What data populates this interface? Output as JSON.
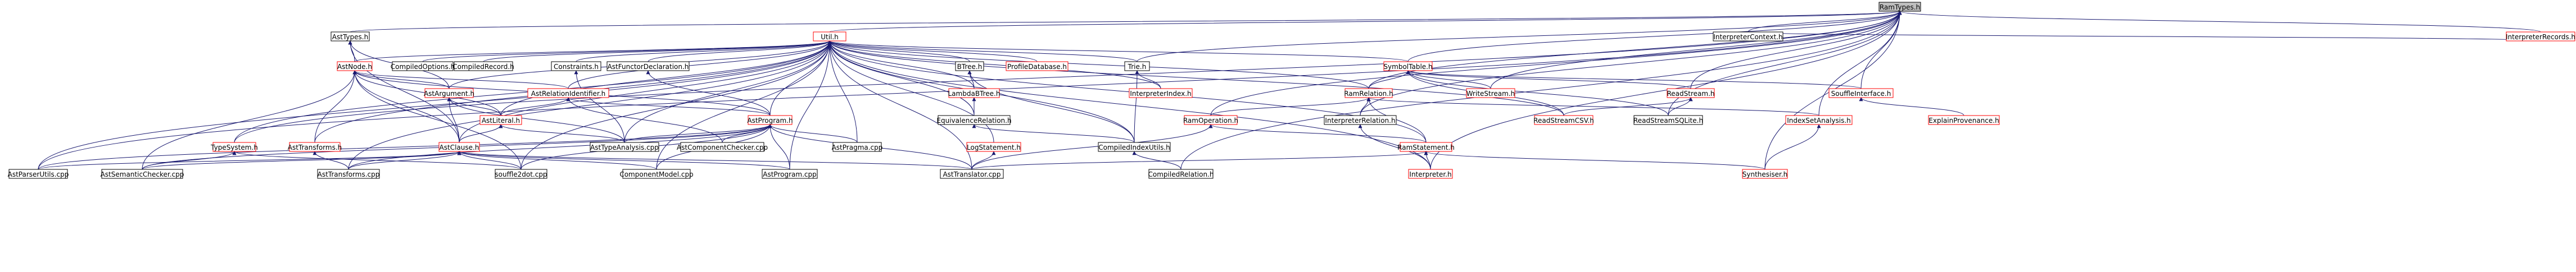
{
  "graph": {
    "edge_color": "#191970",
    "node_border_color": "#000000",
    "incomplete_node_border_color": "#ff0000",
    "root_fill": "#bfbfbf",
    "nodes": [
      {
        "id": "ramtypes",
        "label": "RamTypes.h",
        "style": "root"
      },
      {
        "id": "util",
        "label": "Util.h",
        "style": "red"
      },
      {
        "id": "asttypes",
        "label": "AstTypes.h",
        "style": "normal"
      },
      {
        "id": "interpctx",
        "label": "InterpreterContext.h",
        "style": "normal"
      },
      {
        "id": "interprecords",
        "label": "InterpreterRecords.h",
        "style": "red"
      },
      {
        "id": "astnode",
        "label": "AstNode.h",
        "style": "red"
      },
      {
        "id": "compiledoptions",
        "label": "CompiledOptions.h",
        "style": "normal"
      },
      {
        "id": "compiledrecord",
        "label": "CompiledRecord.h",
        "style": "normal"
      },
      {
        "id": "constraints",
        "label": "Constraints.h",
        "style": "normal"
      },
      {
        "id": "astfunctor",
        "label": "AstFunctorDeclaration.h",
        "style": "normal"
      },
      {
        "id": "bitree",
        "label": "BTree.h",
        "style": "normal"
      },
      {
        "id": "profiledb",
        "label": "ProfileDatabase.h",
        "style": "red"
      },
      {
        "id": "trie",
        "label": "Trie.h",
        "style": "normal"
      },
      {
        "id": "symboltable",
        "label": "SymbolTable.h",
        "style": "red"
      },
      {
        "id": "astargument",
        "label": "AstArgument.h",
        "style": "red"
      },
      {
        "id": "astrelid",
        "label": "AstRelationIdentifier.h",
        "style": "red"
      },
      {
        "id": "lambdabtree",
        "label": "LambdaBTree.h",
        "style": "red"
      },
      {
        "id": "interpindex",
        "label": "InterpreterIndex.h",
        "style": "red"
      },
      {
        "id": "ramrelation",
        "label": "RamRelation.h",
        "style": "red"
      },
      {
        "id": "writestream",
        "label": "WriteStream.h",
        "style": "red"
      },
      {
        "id": "readstream",
        "label": "ReadStream.h",
        "style": "red"
      },
      {
        "id": "souffleif",
        "label": "SouffleInterface.h",
        "style": "red"
      },
      {
        "id": "astliteral",
        "label": "AstLiteral.h",
        "style": "red"
      },
      {
        "id": "astprogram",
        "label": "AstProgram.h",
        "style": "red"
      },
      {
        "id": "equivrel",
        "label": "EquivalenceRelation.h",
        "style": "normal"
      },
      {
        "id": "ramoperation",
        "label": "RamOperation.h",
        "style": "red"
      },
      {
        "id": "interprelation",
        "label": "InterpreterRelation.h",
        "style": "normal"
      },
      {
        "id": "readstreamcsv",
        "label": "ReadStreamCSV.h",
        "style": "red"
      },
      {
        "id": "readstreamsqlite",
        "label": "ReadStreamSQLite.h",
        "style": "normal"
      },
      {
        "id": "indexset",
        "label": "IndexSetAnalysis.h",
        "style": "red"
      },
      {
        "id": "explainprov",
        "label": "ExplainProvenance.h",
        "style": "red"
      },
      {
        "id": "typesystem",
        "label": "TypeSystem.h",
        "style": "red"
      },
      {
        "id": "asttransforms",
        "label": "AstTransforms.h",
        "style": "red"
      },
      {
        "id": "astclause",
        "label": "AstClause.h",
        "style": "red"
      },
      {
        "id": "asttypeanalysis",
        "label": "AstTypeAnalysis.cpp",
        "style": "normal"
      },
      {
        "id": "astcompchecker",
        "label": "AstComponentChecker.cpp",
        "style": "normal"
      },
      {
        "id": "astpragma",
        "label": "AstPragma.cpp",
        "style": "normal"
      },
      {
        "id": "logstatement",
        "label": "LogStatement.h",
        "style": "red"
      },
      {
        "id": "compiledindexutils",
        "label": "CompiledIndexUtils.h",
        "style": "normal"
      },
      {
        "id": "ramstatement",
        "label": "RamStatement.h",
        "style": "red"
      },
      {
        "id": "astparserutils",
        "label": "AstParserUtils.cpp",
        "style": "normal"
      },
      {
        "id": "astsemchecker",
        "label": "AstSemanticChecker.cpp",
        "style": "normal"
      },
      {
        "id": "asttransformscpp",
        "label": "AstTransforms.cpp",
        "style": "normal"
      },
      {
        "id": "souffle2dot",
        "label": "souffle2dot.cpp",
        "style": "normal"
      },
      {
        "id": "componentmodel",
        "label": "ComponentModel.cpp",
        "style": "normal"
      },
      {
        "id": "astprogramcpp",
        "label": "AstProgram.cpp",
        "style": "normal"
      },
      {
        "id": "asttranslator",
        "label": "AstTranslator.cpp",
        "style": "normal"
      },
      {
        "id": "compiledrelation",
        "label": "CompiledRelation.h",
        "style": "normal"
      },
      {
        "id": "interpreter",
        "label": "Interpreter.h",
        "style": "red"
      },
      {
        "id": "synthesiser",
        "label": "Synthesiser.h",
        "style": "red"
      }
    ],
    "edges": [
      [
        "util",
        "ramtypes"
      ],
      [
        "asttypes",
        "ramtypes"
      ],
      [
        "interpctx",
        "ramtypes"
      ],
      [
        "interprecords",
        "ramtypes"
      ],
      [
        "symboltable",
        "ramtypes"
      ],
      [
        "ramrelation",
        "ramtypes"
      ],
      [
        "readstream",
        "ramtypes"
      ],
      [
        "souffleif",
        "ramtypes"
      ],
      [
        "typesystem",
        "ramtypes"
      ],
      [
        "trie",
        "ramtypes"
      ],
      [
        "compiledrelation",
        "ramtypes"
      ],
      [
        "interpreter",
        "ramtypes"
      ],
      [
        "synthesiser",
        "ramtypes"
      ],
      [
        "astparserutils",
        "ramtypes"
      ],
      [
        "ramoperation",
        "ramtypes"
      ],
      [
        "interprelation",
        "ramtypes"
      ],
      [
        "writestream",
        "ramtypes"
      ],
      [
        "indexset",
        "ramtypes"
      ],
      [
        "readstreamsqlite",
        "ramtypes"
      ],
      [
        "astnode",
        "util"
      ],
      [
        "compiledoptions",
        "util"
      ],
      [
        "compiledrecord",
        "util"
      ],
      [
        "constraints",
        "util"
      ],
      [
        "astfunctor",
        "util"
      ],
      [
        "bitree",
        "util"
      ],
      [
        "profiledb",
        "util"
      ],
      [
        "trie",
        "util"
      ],
      [
        "symboltable",
        "util"
      ],
      [
        "astargument",
        "util"
      ],
      [
        "astrelid",
        "util"
      ],
      [
        "lambdabtree",
        "util"
      ],
      [
        "interpindex",
        "util"
      ],
      [
        "ramrelation",
        "util"
      ],
      [
        "astliteral",
        "util"
      ],
      [
        "astprogram",
        "util"
      ],
      [
        "equivrel",
        "util"
      ],
      [
        "astclause",
        "util"
      ],
      [
        "asttypeanalysis",
        "util"
      ],
      [
        "astpragma",
        "util"
      ],
      [
        "logstatement",
        "util"
      ],
      [
        "compiledindexutils",
        "util"
      ],
      [
        "ramstatement",
        "util"
      ],
      [
        "asttransformscpp",
        "util"
      ],
      [
        "souffle2dot",
        "util"
      ],
      [
        "componentmodel",
        "util"
      ],
      [
        "astprogramcpp",
        "util"
      ],
      [
        "asttranslator",
        "util"
      ],
      [
        "typesystem",
        "util"
      ],
      [
        "asttransforms",
        "util"
      ],
      [
        "astparserutils",
        "util"
      ],
      [
        "interpreter",
        "util"
      ],
      [
        "readstreamcsv",
        "util"
      ],
      [
        "astnode",
        "asttypes"
      ],
      [
        "astargument",
        "asttypes"
      ],
      [
        "astclause",
        "asttypes"
      ],
      [
        "astargument",
        "astnode"
      ],
      [
        "astrelid",
        "astnode"
      ],
      [
        "astliteral",
        "astnode"
      ],
      [
        "astclause",
        "astnode"
      ],
      [
        "astprogram",
        "astnode"
      ],
      [
        "asttransforms",
        "astnode"
      ],
      [
        "astsemchecker",
        "astnode"
      ],
      [
        "souffle2dot",
        "astnode"
      ],
      [
        "asttypeanalysis",
        "constraints"
      ],
      [
        "astprogram",
        "astfunctor"
      ],
      [
        "lambdabtree",
        "bitree"
      ],
      [
        "equivrel",
        "lambdabtree"
      ],
      [
        "compiledindexutils",
        "bitree"
      ],
      [
        "interpindex",
        "trie"
      ],
      [
        "compiledindexutils",
        "trie"
      ],
      [
        "interpctx",
        "interprecords"
      ],
      [
        "ramrelation",
        "symboltable"
      ],
      [
        "writestream",
        "symboltable"
      ],
      [
        "readstream",
        "symboltable"
      ],
      [
        "souffleif",
        "symboltable"
      ],
      [
        "readstreamcsv",
        "symboltable"
      ],
      [
        "readstreamsqlite",
        "symboltable"
      ],
      [
        "astliteral",
        "astargument"
      ],
      [
        "astclause",
        "astargument"
      ],
      [
        "asttypeanalysis",
        "astargument"
      ],
      [
        "astliteral",
        "astrelid"
      ],
      [
        "astprogram",
        "astrelid"
      ],
      [
        "astcompchecker",
        "astrelid"
      ],
      [
        "ramoperation",
        "ramrelation"
      ],
      [
        "interprelation",
        "ramrelation"
      ],
      [
        "indexset",
        "ramrelation"
      ],
      [
        "ramstatement",
        "ramrelation"
      ],
      [
        "readstreamcsv",
        "readstream"
      ],
      [
        "readstreamsqlite",
        "readstream"
      ],
      [
        "explainprov",
        "souffleif"
      ],
      [
        "astclause",
        "astliteral"
      ],
      [
        "asttypeanalysis",
        "astliteral"
      ],
      [
        "astcompchecker",
        "astprogram"
      ],
      [
        "astpragma",
        "astprogram"
      ],
      [
        "asttypeanalysis",
        "astprogram"
      ],
      [
        "astparserutils",
        "astprogram"
      ],
      [
        "astsemchecker",
        "astprogram"
      ],
      [
        "asttransformscpp",
        "astprogram"
      ],
      [
        "souffle2dot",
        "astprogram"
      ],
      [
        "componentmodel",
        "astprogram"
      ],
      [
        "astprogramcpp",
        "astprogram"
      ],
      [
        "asttranslator",
        "astprogram"
      ],
      [
        "compiledindexutils",
        "equivrel"
      ],
      [
        "ramstatement",
        "ramoperation"
      ],
      [
        "asttranslator",
        "ramoperation"
      ],
      [
        "interpreter",
        "interprelation"
      ],
      [
        "synthesiser",
        "indexset"
      ],
      [
        "asttransformscpp",
        "asttransforms"
      ],
      [
        "astsemchecker",
        "typesystem"
      ],
      [
        "souffle2dot",
        "typesystem"
      ],
      [
        "astparserutils",
        "astclause"
      ],
      [
        "astsemchecker",
        "astclause"
      ],
      [
        "asttransformscpp",
        "astclause"
      ],
      [
        "souffle2dot",
        "astclause"
      ],
      [
        "componentmodel",
        "astclause"
      ],
      [
        "astprogramcpp",
        "astclause"
      ],
      [
        "asttranslator",
        "astclause"
      ],
      [
        "asttranslator",
        "logstatement"
      ],
      [
        "compiledrelation",
        "compiledindexutils"
      ],
      [
        "asttranslator",
        "ramstatement"
      ],
      [
        "interpreter",
        "ramstatement"
      ],
      [
        "synthesiser",
        "ramstatement"
      ]
    ]
  }
}
